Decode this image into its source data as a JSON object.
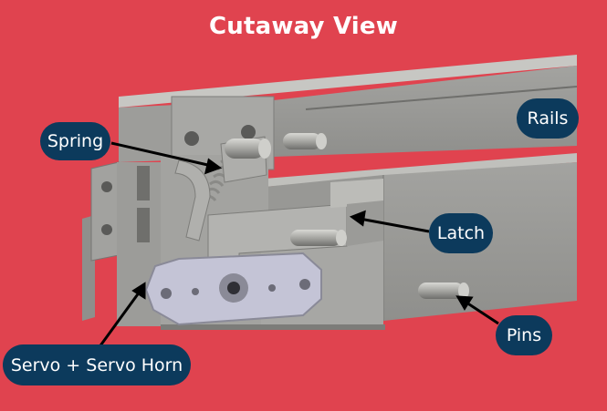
{
  "title": "Cutaway View",
  "labels": {
    "spring": "Spring",
    "rails": "Rails",
    "latch": "Latch",
    "pins": "Pins",
    "servo": "Servo + Servo Horn"
  },
  "colors": {
    "background": "#e0434f",
    "label_fill": "#0c3a5c",
    "label_text": "#ffffff",
    "part_gray": "#9a9a97",
    "servo_horn": "#c4c4d6"
  }
}
